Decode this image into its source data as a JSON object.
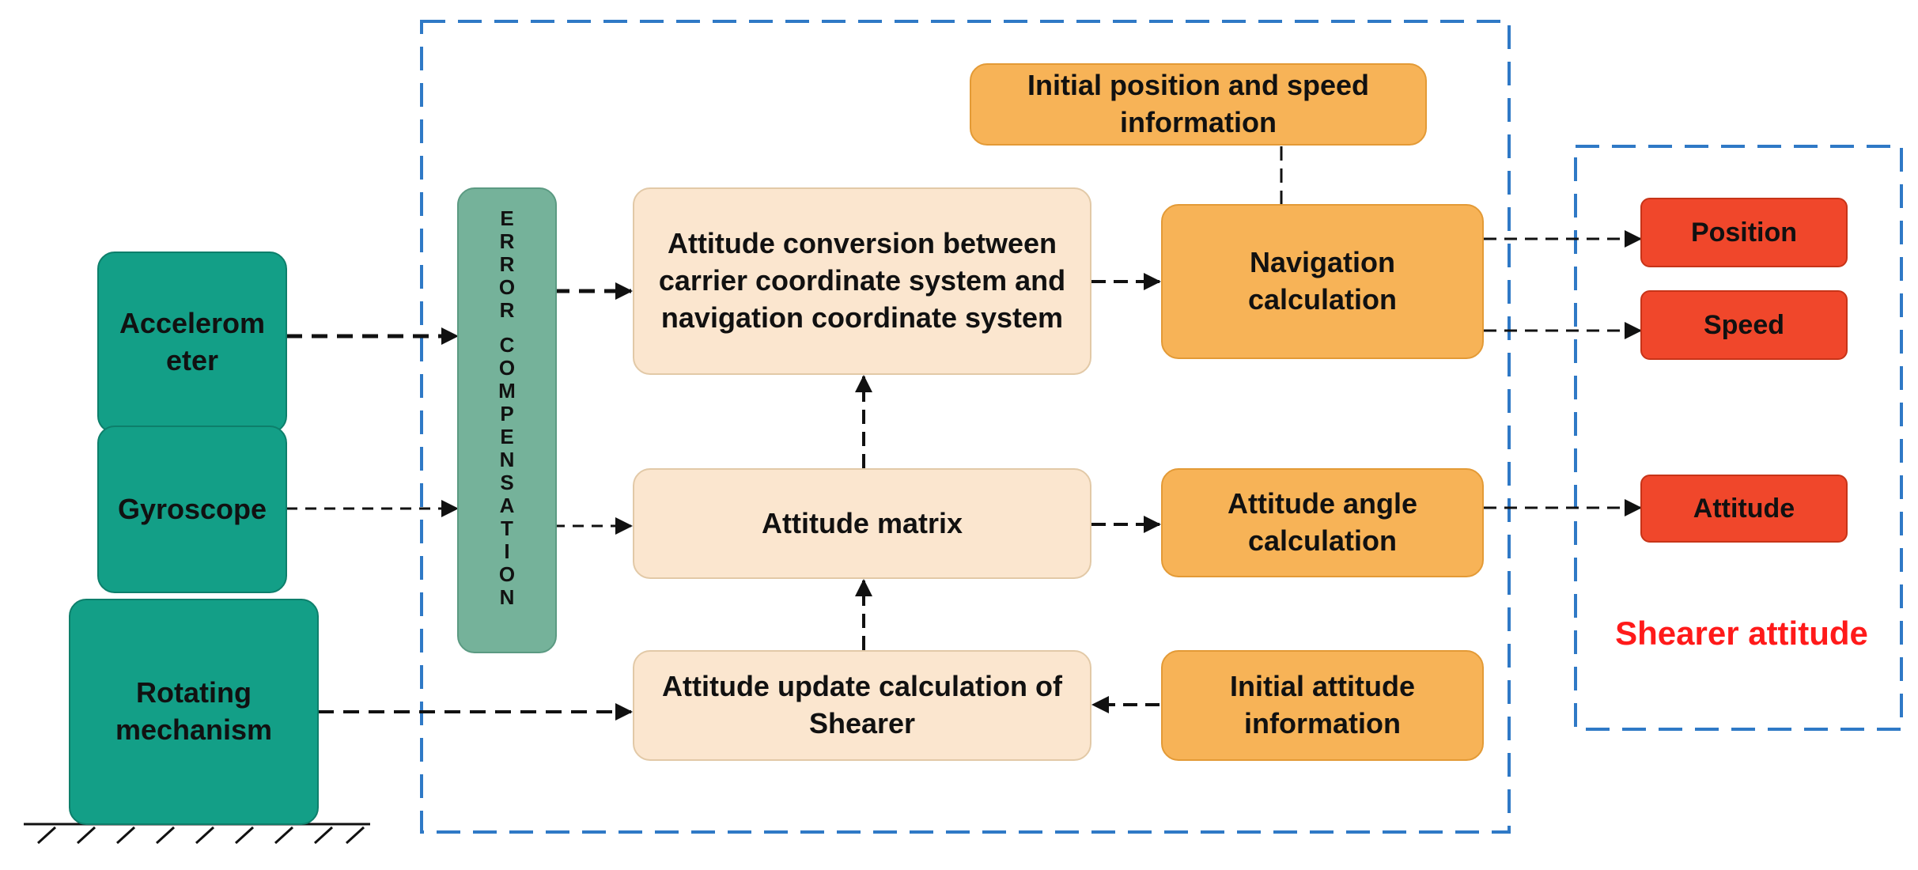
{
  "colors": {
    "sensor": "#139f87",
    "error_compensation": "#75b29a",
    "process": "#fbe6cf",
    "calculation": "#f7b357",
    "output": "#f0472b",
    "group_border": "#2f79c6",
    "shearer_title": "#ff1a1a"
  },
  "sensors": {
    "accelerometer": "Accelerom\neter",
    "gyroscope": "Gyroscope",
    "rotating_mechanism": "Rotating\nmechanism"
  },
  "error_compensation": {
    "line1": [
      "E",
      "R",
      "R",
      "O",
      "R"
    ],
    "line2": [
      "C",
      "O",
      "M",
      "P",
      "E",
      "N",
      "S",
      "A",
      "T",
      "I",
      "O",
      "N"
    ]
  },
  "process": {
    "attitude_conversion": "Attitude conversion between\ncarrier coordinate system and\nnavigation coordinate system",
    "attitude_matrix": "Attitude matrix",
    "attitude_update": "Attitude update calculation of\nShearer"
  },
  "calculations": {
    "initial_position_speed": "Initial position and speed\ninformation",
    "navigation": "Navigation\ncalculation",
    "attitude_angle": "Attitude angle\ncalculation",
    "initial_attitude": "Initial attitude\ninformation"
  },
  "outputs": {
    "position": "Position",
    "speed": "Speed",
    "attitude": "Attitude"
  },
  "shearer_group_title": "Shearer attitude"
}
